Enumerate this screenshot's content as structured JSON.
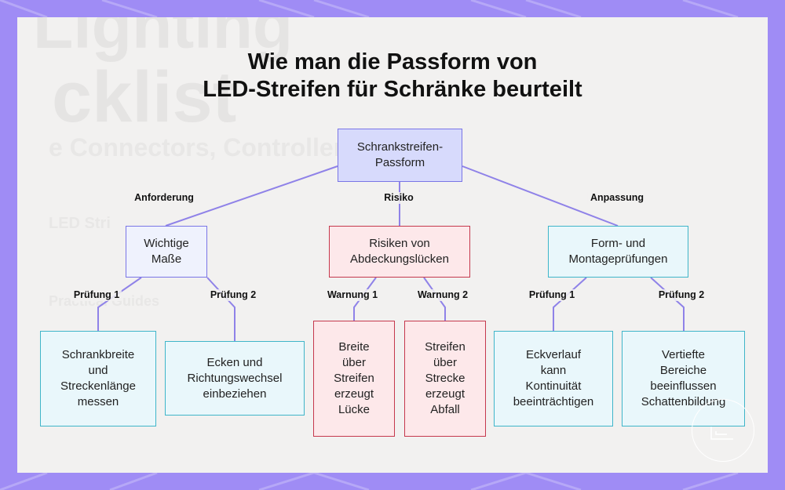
{
  "title_lines": [
    "Wie man die Passform von",
    "LED-Streifen für Schränke beurteilt"
  ],
  "colors": {
    "frame": "#9f8cf5",
    "background": "#f2f1f0",
    "root_fill": "#d7dafc",
    "line": "#8f82e8",
    "red_border": "#c5384d",
    "cyan_border": "#3fb5c9"
  },
  "nodes": {
    "root": "Schrankstreifen-\nPassform",
    "req": "Wichtige\nMaße",
    "risk": "Risiken von\nAbdeckungslücken",
    "adj": "Form- und\nMontageprüfungen",
    "req1": "Schrankbreite\nund\nStreckenlänge\nmessen",
    "req2": "Ecken und\nRichtungswechsel\neinbeziehen",
    "risk1": "Breite\nüber\nStreifen\nerzeugt\nLücke",
    "risk2": "Streifen\nüber\nStrecke\nerzeugt\nAbfall",
    "adj1": "Eckverlauf\nkann\nKontinuität\nbeeinträchtigen",
    "adj2": "Vertiefte\nBereiche\nbeeinflussen\nSchattenbildung"
  },
  "edge_labels": {
    "req": "Anforderung",
    "risk": "Risiko",
    "adj": "Anpassung",
    "req1": "Prüfung 1",
    "req2": "Prüfung 2",
    "risk1": "Warnung 1",
    "risk2": "Warnung 2",
    "adj1": "Prüfung 1",
    "adj2": "Prüfung 2"
  }
}
